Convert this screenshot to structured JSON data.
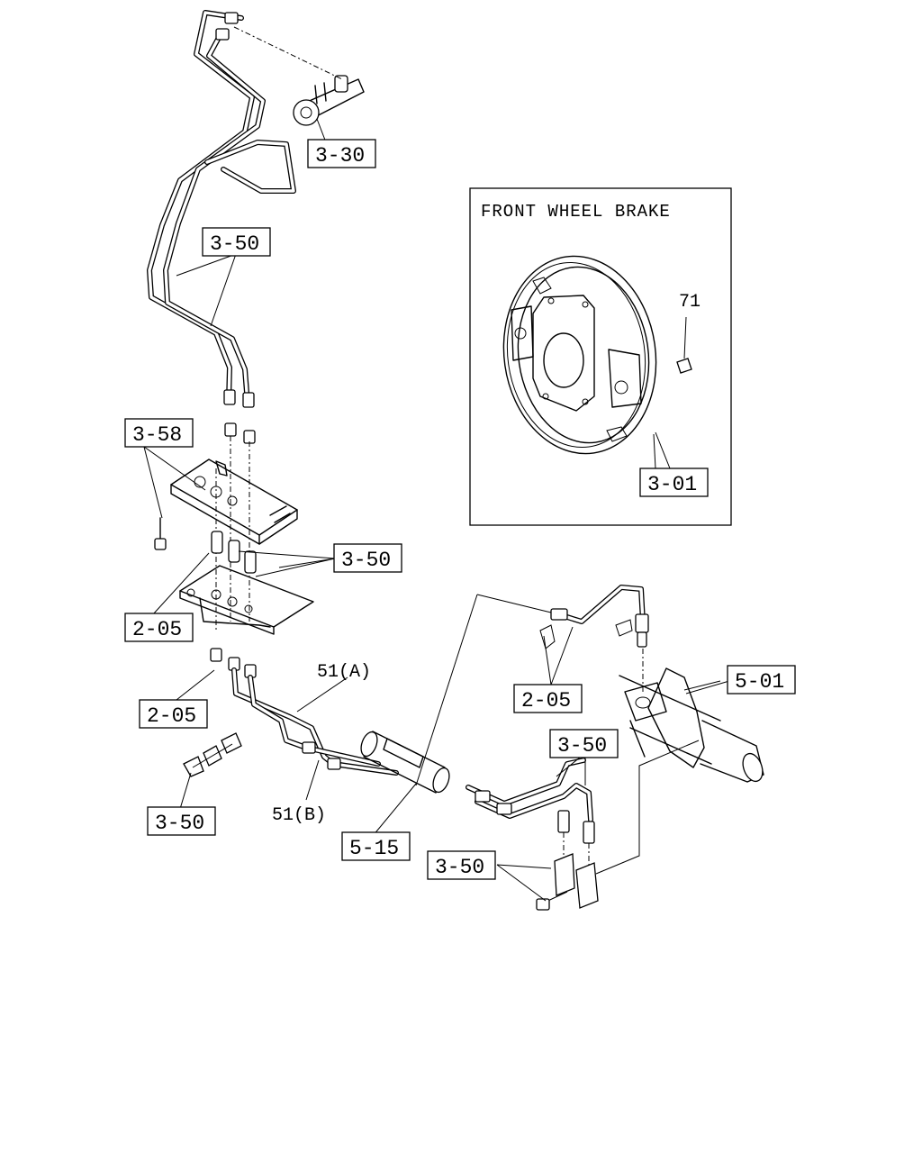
{
  "inset": {
    "title": "FRONT WHEEL BRAKE",
    "labels": {
      "part_71": "71",
      "part_3_01": "3-01"
    }
  },
  "callouts": {
    "c_3_30": "3-30",
    "c_3_50_top": "3-50",
    "c_3_58": "3-58",
    "c_3_50_mid": "3-50",
    "c_2_05_a": "2-05",
    "c_2_05_b": "2-05",
    "c_51_a": "51(A)",
    "c_51_b": "51(B)",
    "c_3_50_clip": "3-50",
    "c_5_15": "5-15",
    "c_2_05_c": "2-05",
    "c_5_01": "5-01",
    "c_3_50_right": "3-50",
    "c_3_50_tee": "3-50"
  }
}
